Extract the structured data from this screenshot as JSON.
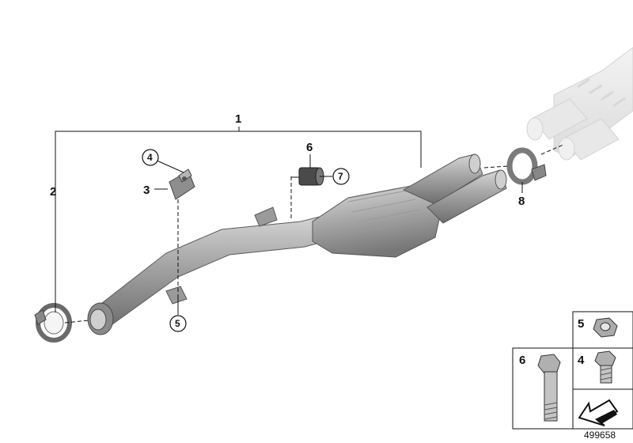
{
  "diagram": {
    "callouts": {
      "c1": "1",
      "c2": "2",
      "c3": "3",
      "c4": "4",
      "c5": "5",
      "c6": "6",
      "c7": "7",
      "c8": "8"
    },
    "legend": {
      "l5": "5",
      "l6": "6",
      "l4": "4"
    },
    "diagram_number": "499658"
  },
  "colors": {
    "pipe": "#8f8f8f",
    "pipe_light": "#c9c9c9",
    "ghost": "#e4e4e4",
    "line": "#111111"
  }
}
